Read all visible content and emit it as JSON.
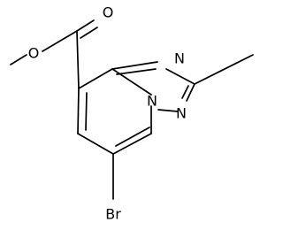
{
  "molecule": {
    "atom_labels": {
      "ester_carbonyl_oxygen": "O",
      "ester_ether_oxygen": "O",
      "triazole_n1": "N",
      "triazole_n2": "N",
      "bridgehead_n": "N",
      "bromine": "Br"
    }
  },
  "colors": {
    "bond": "#000000",
    "atom_text": "#000000",
    "background": "#ffffff"
  }
}
